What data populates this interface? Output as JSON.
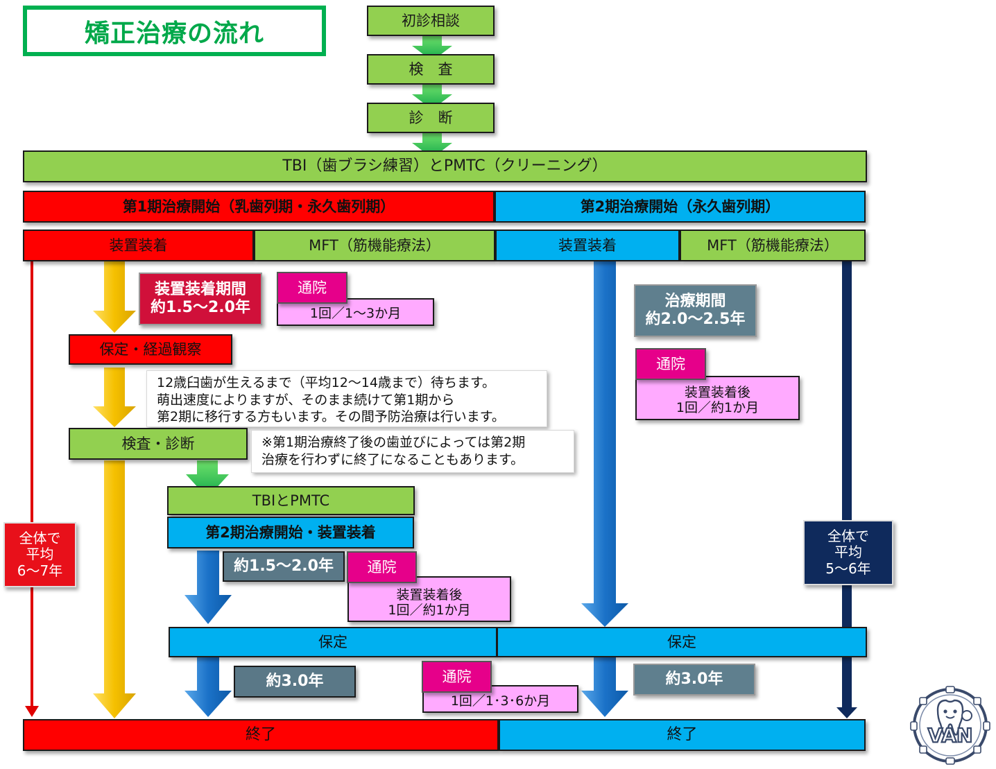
{
  "title": "矯正治療の流れ",
  "flow_top": {
    "consult": "初診相談",
    "exam": "検　査",
    "diagnosis": "診　断",
    "tbi_pmtc": "TBI（歯ブラシ練習）とPMTC（クリーニング）"
  },
  "phase1": {
    "header": "第1期治療開始（乳歯列期・永久歯列期）",
    "device": "装置装着",
    "mft": "MFT（筋機能療法）",
    "period_label": "装置装着期間\n約1.5〜2.0年",
    "visit_tag": "通院",
    "visit_freq": "1回／1〜3か月",
    "retention": "保定・経過観察",
    "note_wait": "12歳臼歯が生えるまで（平均12〜14歳まで）待ちます。\n萌出速度によりますが、そのまま続けて第1期から\n第2期に移行する方もいます。その間予防治療は行います。",
    "exam_diag": "検査・診断",
    "note_end": "※第1期治療終了後の歯並びによっては第2期\n治療を行わずに終了になることもあります。",
    "tbi_pmtc": "TBIとPMTC",
    "phase2_start": "第2期治療開始・装置装着",
    "duration2": "約1.5〜2.0年",
    "visit_tag2": "通院",
    "visit_freq2": "装置装着後\n1回／約1か月",
    "retention2": "保定",
    "retention_years": "約3.0年",
    "visit_tag3": "通院",
    "visit_freq3": "1回／1･3･6か月",
    "total": "全体で\n平均\n6〜7年",
    "end": "終了"
  },
  "phase2": {
    "header": "第2期治療開始（永久歯列期）",
    "device": "装置装着",
    "mft": "MFT（筋機能療法）",
    "period_label": "治療期間\n約2.0〜2.5年",
    "visit_tag": "通院",
    "visit_freq": "装置装着後\n1回／約1か月",
    "retention": "保定",
    "retention_years": "約3.0年",
    "total": "全体で\n平均\n5〜6年",
    "end": "終了"
  },
  "logo": {
    "text": "VAN",
    "icon": "tooth-mascot-icon"
  },
  "colors": {
    "green": "#92d050",
    "red": "#ff0000",
    "blue": "#00b0f0",
    "pink": "#ffaaff",
    "magenta": "#e6008a",
    "crimson": "#d0103a",
    "slate": "#5f7f8e",
    "navy": "#0f2a5c",
    "gold": "#f5c000",
    "title_green": "#00b050"
  }
}
